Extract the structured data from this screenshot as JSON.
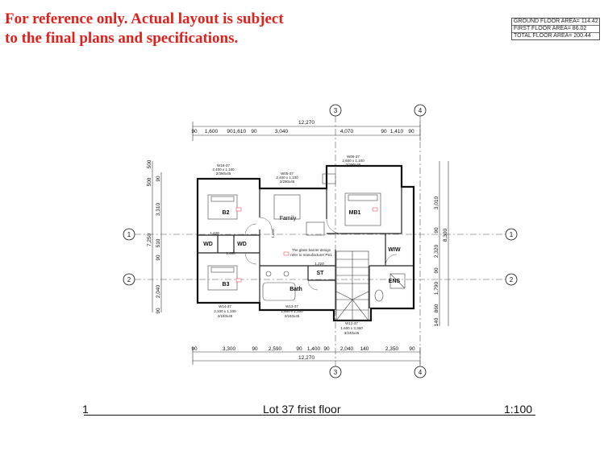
{
  "disclaimer": {
    "line1": "For reference only. Actual layout is subject",
    "line2": "to the final plans and specifications."
  },
  "areas": {
    "ground": "GROUND FLOOR AREA= 114.42",
    "first": "FIRST FLOOR AREA= 86.02",
    "total": "TOTAL FLOOR AREA= 200.44"
  },
  "plan": {
    "grid_markers": {
      "grid1": "1",
      "grid2": "2",
      "grid3": "3",
      "grid4": "4"
    },
    "top_dims": {
      "overall": "12,270",
      "d1": "90",
      "d2": "1,600",
      "d3": "90",
      "d4": "1,610",
      "d5": "90",
      "d6": "3,040",
      "d7": "4,070",
      "d8": "90",
      "d9": "1,410",
      "d10": "90"
    },
    "bottom_dims": {
      "overall": "12,270",
      "d1": "90",
      "d2": "3,300",
      "d3": "90",
      "d4": "2,590",
      "d5": "90",
      "d6": "1,400",
      "d7": "90",
      "d8": "2,040",
      "d9": "140",
      "d10": "2,350",
      "d11": "90"
    },
    "left_dims": {
      "d1": "500",
      "d2": "90",
      "d3": "500",
      "d4": "3,310",
      "d5": "7,250",
      "d6": "510",
      "d7": "90",
      "d8": "2,040",
      "d9": "90"
    },
    "right_dims": {
      "d1": "3,010",
      "d2": "8,300",
      "d3": "90",
      "d4": "2,320",
      "d5": "90",
      "d6": "1,790",
      "d7": "860",
      "d8": "140"
    },
    "rooms": {
      "b2": "B2",
      "b3": "B3",
      "family": "Family",
      "mb1": "MB1",
      "wd1": "WD",
      "wd2": "WD",
      "wiw": "WIW",
      "ens": "ENS",
      "bath": "Bath",
      "st": "ST"
    },
    "windows": {
      "w16": "W16-37",
      "w16_size": "2,400 x 1,100",
      "w16_spec": "2/390x45",
      "w05": "W05-37",
      "w05_size": "2,400 x 1,100",
      "w05_spec": "2/290x45",
      "w06": "W06-37",
      "w06_size": "2,600 x 1,100",
      "w06_spec": "2/290x45",
      "w14": "W14-37",
      "w14_size": "2,100 x 1,100",
      "w14_spec": "2/240x45",
      "w13": "W13-37",
      "w13_size": "1,600 x 1,100",
      "w13_spec": "2/240x45",
      "w12": "W12-37",
      "w12_size": "1,600 x 3,350",
      "w12_spec": "3/240x45"
    },
    "notes": {
      "glass": "The glass barrier design",
      "glass2": "refer to manufacturer PS1",
      "d1420": "1,420",
      "d1400": "1,400",
      "d1220": "1,220",
      "d1450": "1,450"
    }
  },
  "title": {
    "number": "1",
    "name": "Lot 37 frist floor",
    "scale": "1:100"
  }
}
